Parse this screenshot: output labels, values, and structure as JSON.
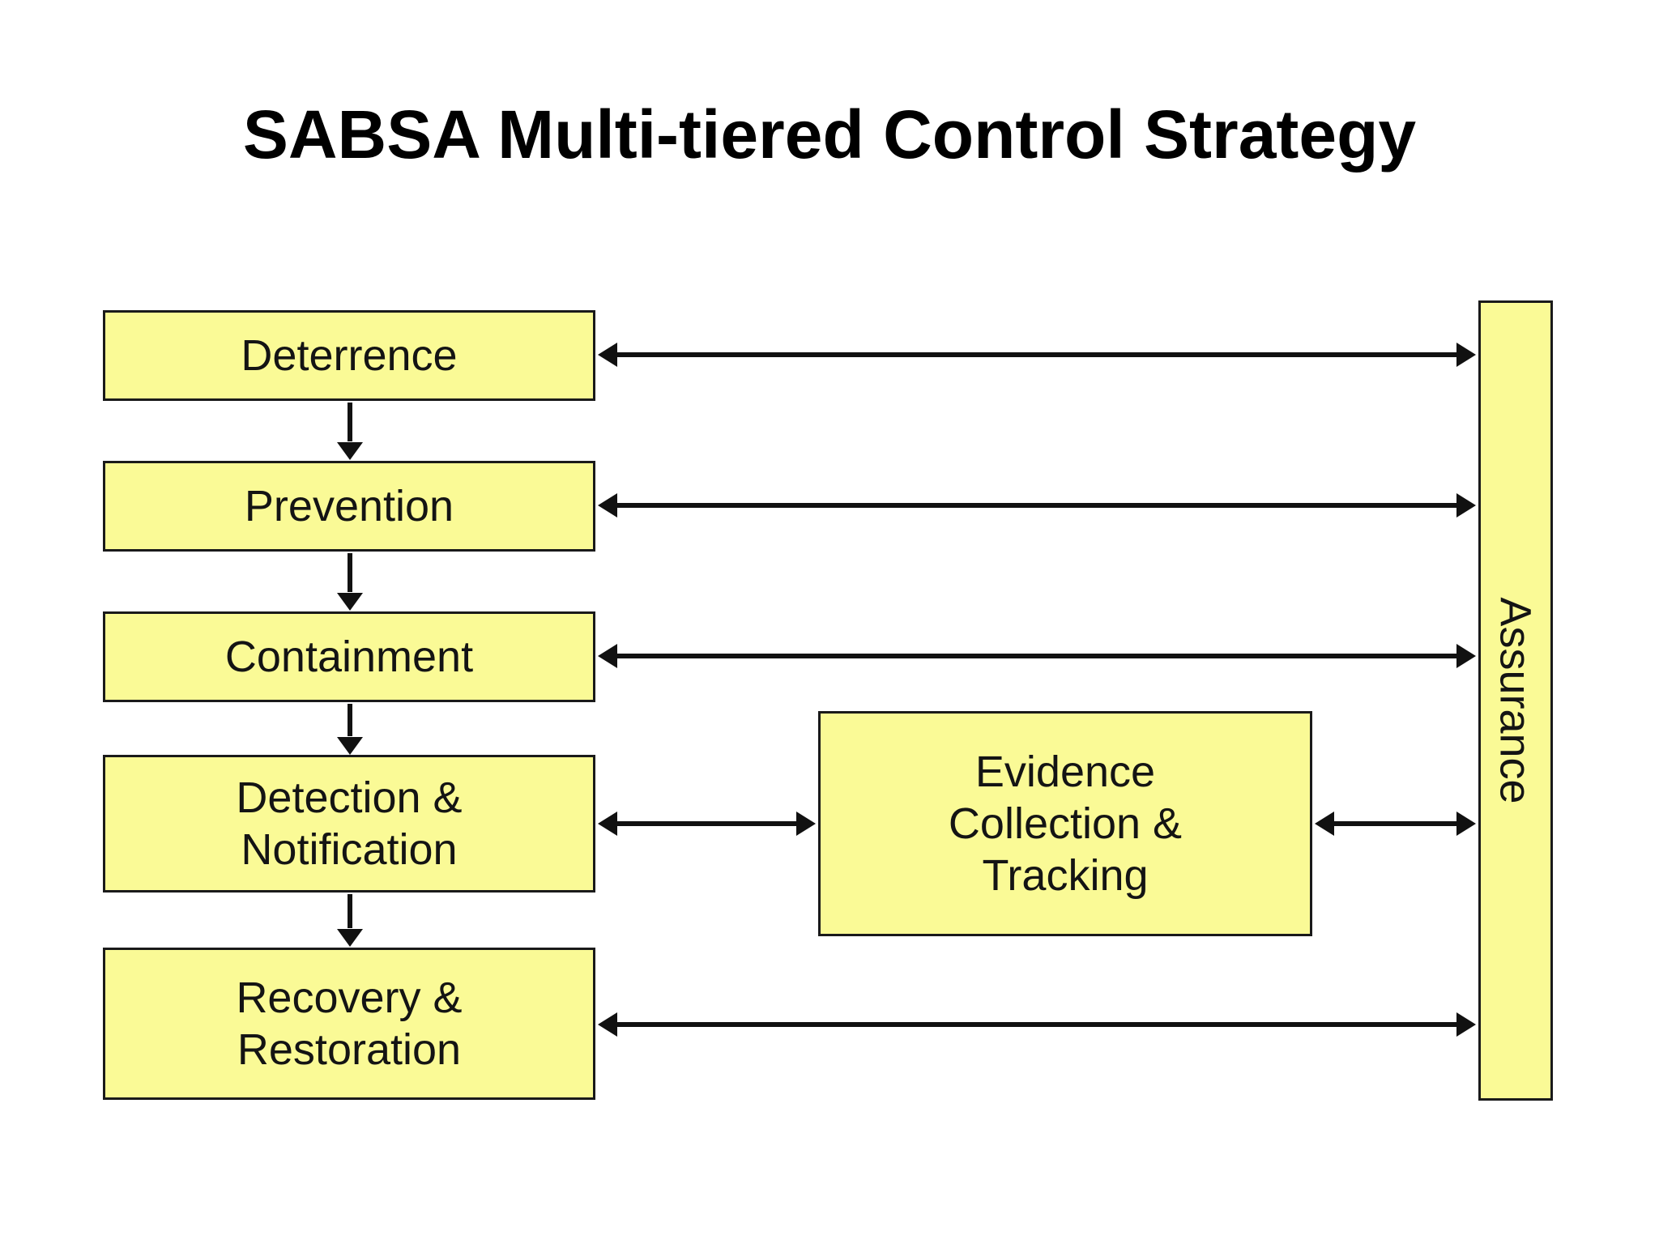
{
  "slide": {
    "title": "SABSA Multi-tiered Control Strategy",
    "background_color": "#FFFFFF"
  },
  "theme": {
    "box_fill": "#FAFA96",
    "box_border": "#1A1A1A",
    "text_color": "#141414",
    "connector_color": "#111111"
  },
  "diagram": {
    "type": "flow-diagram",
    "tiers": [
      {
        "id": "deterrence",
        "label": "Deterrence"
      },
      {
        "id": "prevention",
        "label": "Prevention"
      },
      {
        "id": "containment",
        "label": "Containment"
      },
      {
        "id": "detection",
        "label": "Detection &\nNotification"
      },
      {
        "id": "recovery",
        "label": "Recovery &\nRestoration"
      }
    ],
    "support_box": {
      "id": "evidence",
      "label": "Evidence\nCollection &\nTracking"
    },
    "assurance_bar": {
      "id": "assurance",
      "label": "Assurance",
      "orientation": "vertical"
    },
    "connectors": [
      {
        "id": "deterrence-prevention",
        "from": "deterrence",
        "to": "prevention",
        "style": "single",
        "direction": "down"
      },
      {
        "id": "prevention-containment",
        "from": "prevention",
        "to": "containment",
        "style": "single",
        "direction": "down"
      },
      {
        "id": "containment-detection",
        "from": "containment",
        "to": "detection",
        "style": "single",
        "direction": "down"
      },
      {
        "id": "detection-recovery",
        "from": "detection",
        "to": "recovery",
        "style": "single",
        "direction": "down"
      },
      {
        "id": "deterrence-assurance",
        "from": "deterrence",
        "to": "assurance",
        "style": "double",
        "direction": "horizontal"
      },
      {
        "id": "prevention-assurance",
        "from": "prevention",
        "to": "assurance",
        "style": "double",
        "direction": "horizontal"
      },
      {
        "id": "containment-assurance",
        "from": "containment",
        "to": "assurance",
        "style": "double",
        "direction": "horizontal"
      },
      {
        "id": "detection-evidence",
        "from": "detection",
        "to": "evidence",
        "style": "double",
        "direction": "horizontal"
      },
      {
        "id": "evidence-assurance",
        "from": "evidence",
        "to": "assurance",
        "style": "double",
        "direction": "horizontal"
      },
      {
        "id": "recovery-assurance",
        "from": "recovery",
        "to": "assurance",
        "style": "double",
        "direction": "horizontal"
      }
    ]
  }
}
